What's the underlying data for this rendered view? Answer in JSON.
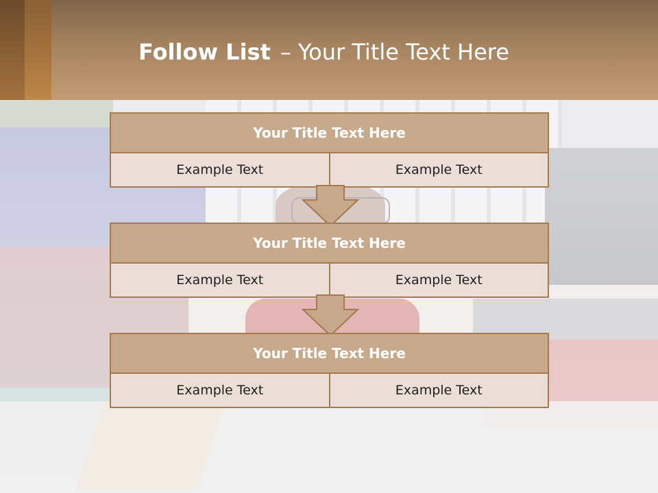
{
  "slide": {
    "title_bold": "Follow List",
    "title_dash": "–",
    "title_rest": "Your Title Text Here"
  },
  "flow": {
    "steps": [
      {
        "title": "Your Title Text Here",
        "left": "Example Text",
        "right": "Example Text"
      },
      {
        "title": "Your Title Text Here",
        "left": "Example Text",
        "right": "Example Text"
      },
      {
        "title": "Your Title Text Here",
        "left": "Example Text",
        "right": "Example Text"
      }
    ],
    "arrow_icon": "down-arrow-icon"
  },
  "colors": {
    "header": "#a5835f",
    "box_header": "#c7aa8c",
    "box_cell": "#ebded6",
    "border": "#a57a4f",
    "arrow_fill": "#c7a88a"
  }
}
